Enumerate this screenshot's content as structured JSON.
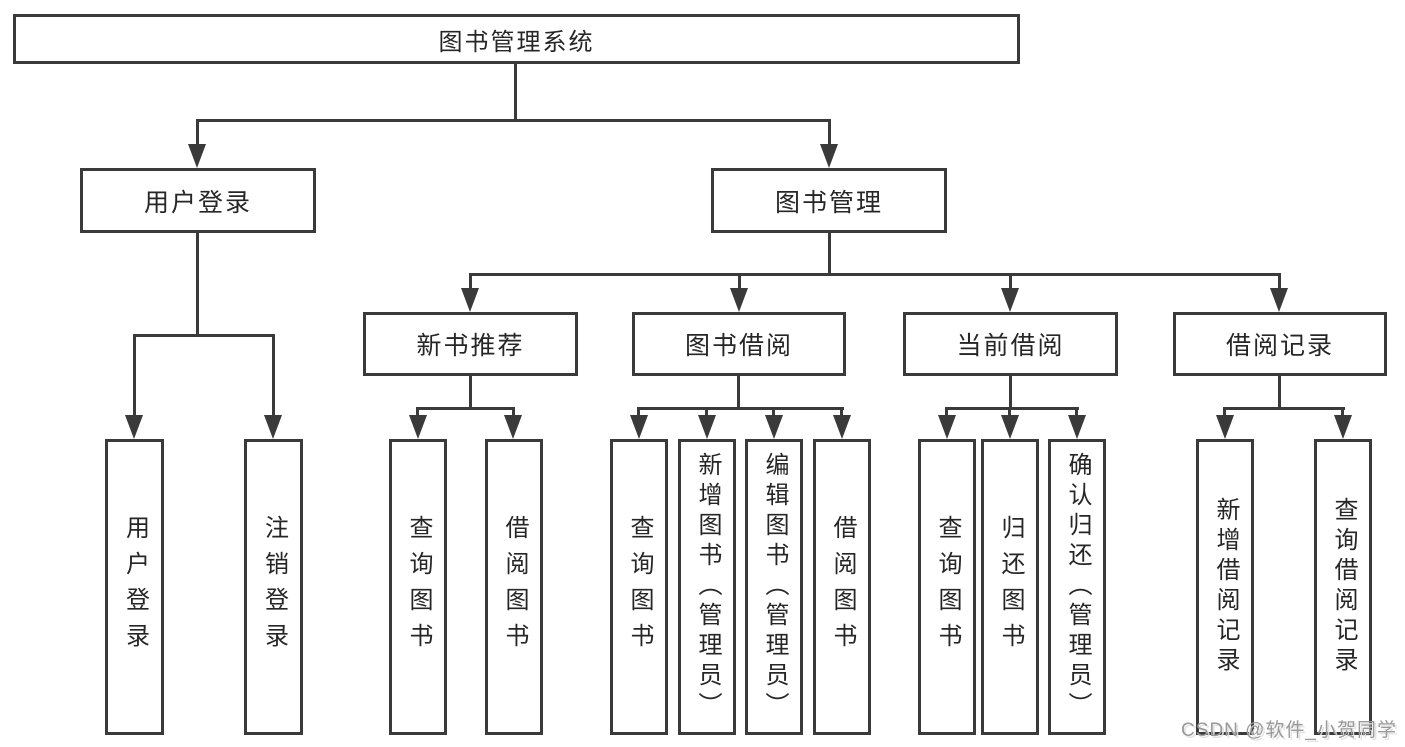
{
  "colors": {
    "line": "#3a3a3a",
    "text": "#262626",
    "background": "#ffffff",
    "watermark": "#9a9a9a"
  },
  "diagram": {
    "root": {
      "label": "图书管理系统"
    },
    "level2": [
      {
        "label": "用户登录"
      },
      {
        "label": "图书管理"
      }
    ],
    "level3": [
      {
        "label": "新书推荐"
      },
      {
        "label": "图书借阅"
      },
      {
        "label": "当前借阅"
      },
      {
        "label": "借阅记录"
      }
    ],
    "leaf_groups": [
      {
        "parent": "用户登录",
        "items": [
          "用户登录",
          "注销登录"
        ]
      },
      {
        "parent": "新书推荐",
        "items": [
          "查询图书",
          "借阅图书"
        ]
      },
      {
        "parent": "图书借阅",
        "items": [
          "查询图书",
          "新增图书（管理员）",
          "编辑图书（管理员）",
          "借阅图书"
        ]
      },
      {
        "parent": "当前借阅",
        "items": [
          "查询图书",
          "归还图书",
          "确认归还（管理员）"
        ]
      },
      {
        "parent": "借阅记录",
        "items": [
          "新增借阅记录",
          "查询借阅记录"
        ]
      }
    ]
  },
  "watermark": {
    "text": "CSDN @软件_小贺同学"
  }
}
